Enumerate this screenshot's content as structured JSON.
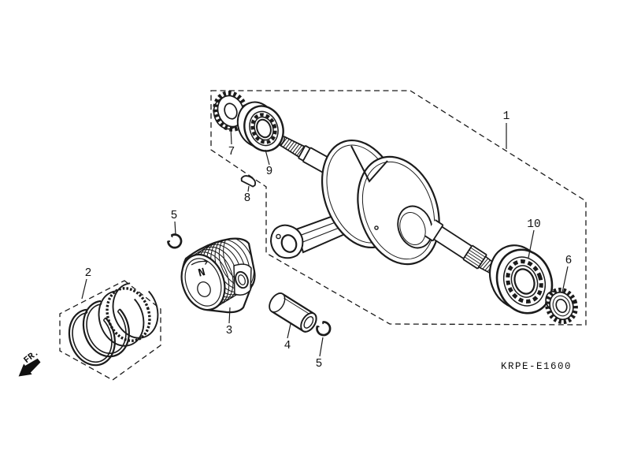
{
  "diagram": {
    "code": "KRPE-E1600",
    "fr_label": "FR.",
    "bg_color": "#ffffff",
    "line_color": "#1b1b1b"
  },
  "piston": {
    "crown_mark": "N"
  },
  "callouts": [
    {
      "text": "1"
    },
    {
      "text": "2"
    },
    {
      "text": "3"
    },
    {
      "text": "4"
    },
    {
      "text": "5"
    },
    {
      "text": "5"
    },
    {
      "text": "6"
    },
    {
      "text": "7"
    },
    {
      "text": "8"
    },
    {
      "text": "9"
    },
    {
      "text": "10"
    }
  ]
}
